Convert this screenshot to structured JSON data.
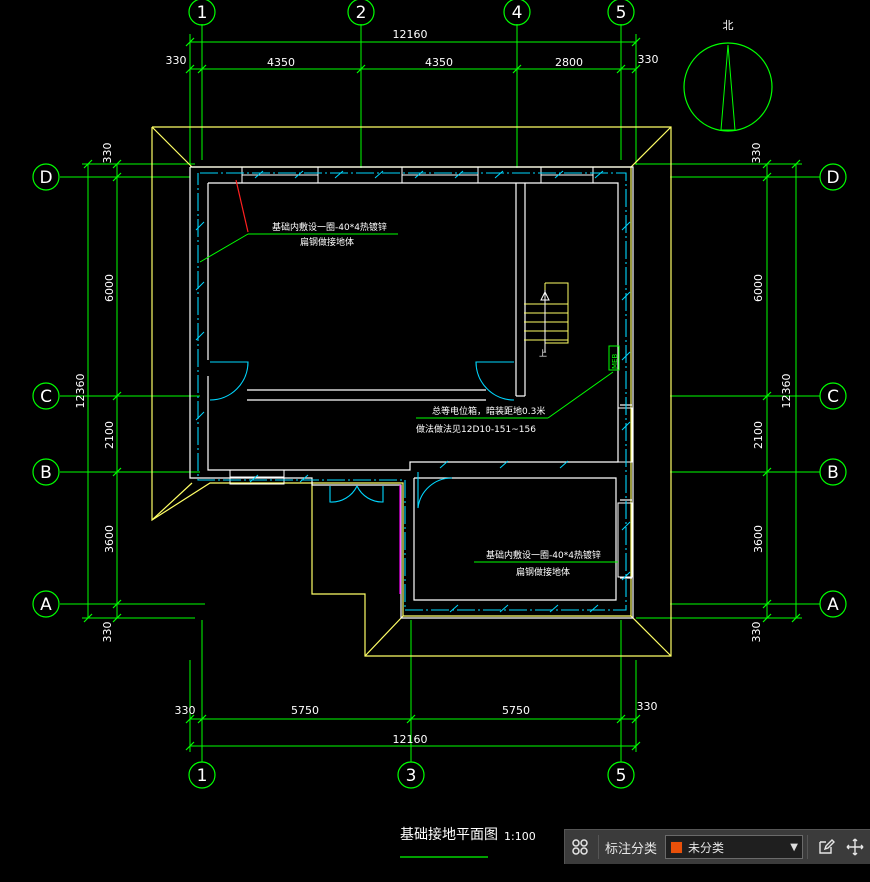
{
  "drawing": {
    "title": "基础接地平面图",
    "scale": "1:100",
    "north_label": "北",
    "axes_top": [
      "1",
      "2",
      "4",
      "5"
    ],
    "axes_bottom": [
      "1",
      "3",
      "5"
    ],
    "axes_side": [
      "D",
      "C",
      "B",
      "A"
    ],
    "dim_top_total": "12160",
    "dim_top_parts": [
      "330",
      "4350",
      "4350",
      "2800",
      "330"
    ],
    "dim_bottom_total": "12160",
    "dim_bottom_parts": [
      "330",
      "5750",
      "5750",
      "330"
    ],
    "dim_side_total": "12360",
    "dim_side_parts": [
      "330",
      "6000",
      "2100",
      "3600",
      "330"
    ],
    "note1_line1": "基础内敷设一圈-40*4热镀锌",
    "note1_line2": "扁钢做接地体",
    "note2_line1": "总等电位箱，暗装距地0.3米",
    "note2_line2": "做法做法见12D10-151~156",
    "note3_line1": "基础内敷设一圈-40*4热镀锌",
    "note3_line2": "扁钢做接地体",
    "meb_label": "MEB",
    "stair_label": "上"
  },
  "toolbar": {
    "category_label": "标注分类",
    "category_value": "未分类",
    "swatch_color": "#e8500a"
  },
  "colors": {
    "axis": "#00ff00",
    "wall": "#ffffff",
    "cyan": "#00d7ff",
    "yellow": "#ffff66",
    "red": "#ff2020",
    "magenta": "#ff00ff"
  }
}
